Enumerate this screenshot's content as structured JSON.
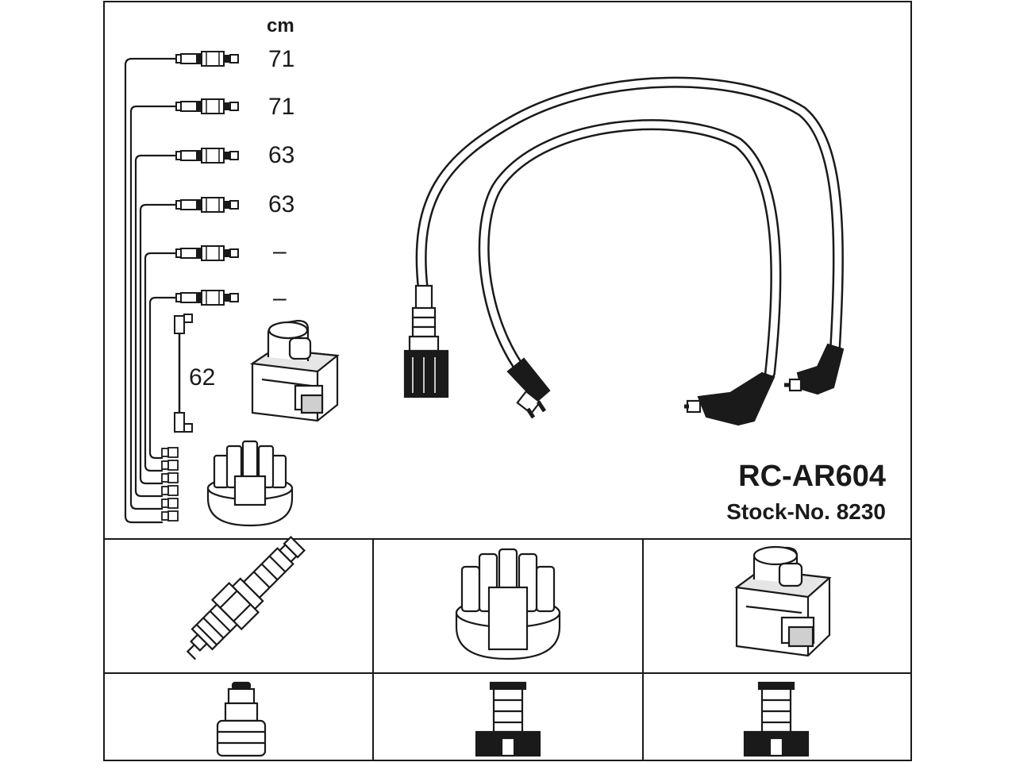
{
  "unit_label": "cm",
  "lengths": [
    "71",
    "71",
    "63",
    "63",
    "–",
    "–"
  ],
  "coil_lead_length": "62",
  "product": {
    "code": "RC-AR604",
    "stock": "Stock-No. 8230"
  },
  "components": {
    "row1": [
      "spark-plug",
      "distributor-cap",
      "ignition-coil"
    ],
    "row2": [
      "spark-plug-connector",
      "distributor-terminal",
      "coil-terminal"
    ]
  },
  "colors": {
    "line": "#1a1a1a",
    "fill": "#ffffff",
    "shade": "#cfcfcf"
  }
}
